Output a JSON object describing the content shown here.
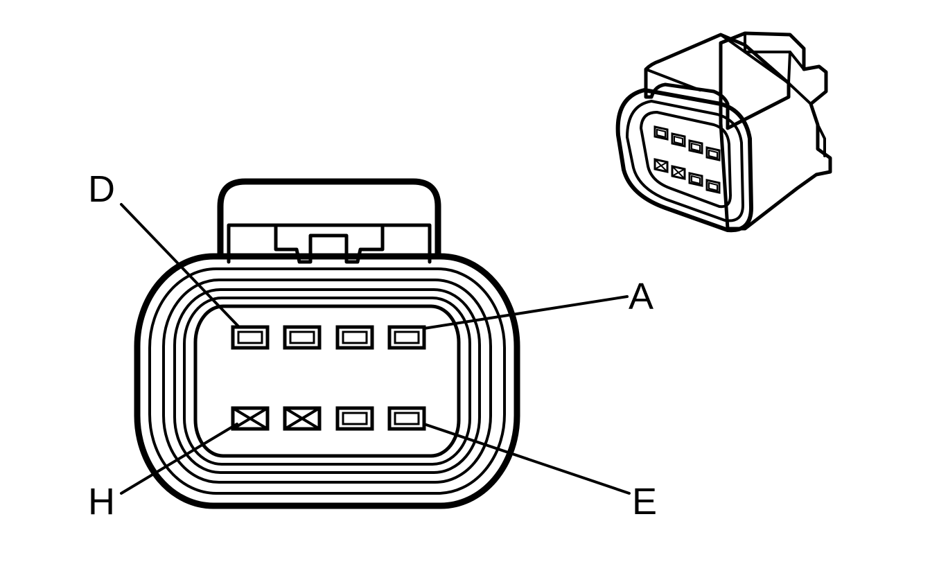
{
  "labels": {
    "top_left": "D",
    "top_right": "A",
    "bottom_left": "H",
    "bottom_right": "E"
  },
  "pins": {
    "top_row": [
      "open",
      "open",
      "open",
      "open"
    ],
    "bottom_row": [
      "blocked",
      "blocked",
      "open",
      "open"
    ]
  },
  "colors": {
    "line": "#000000",
    "fill": "#ffffff"
  }
}
